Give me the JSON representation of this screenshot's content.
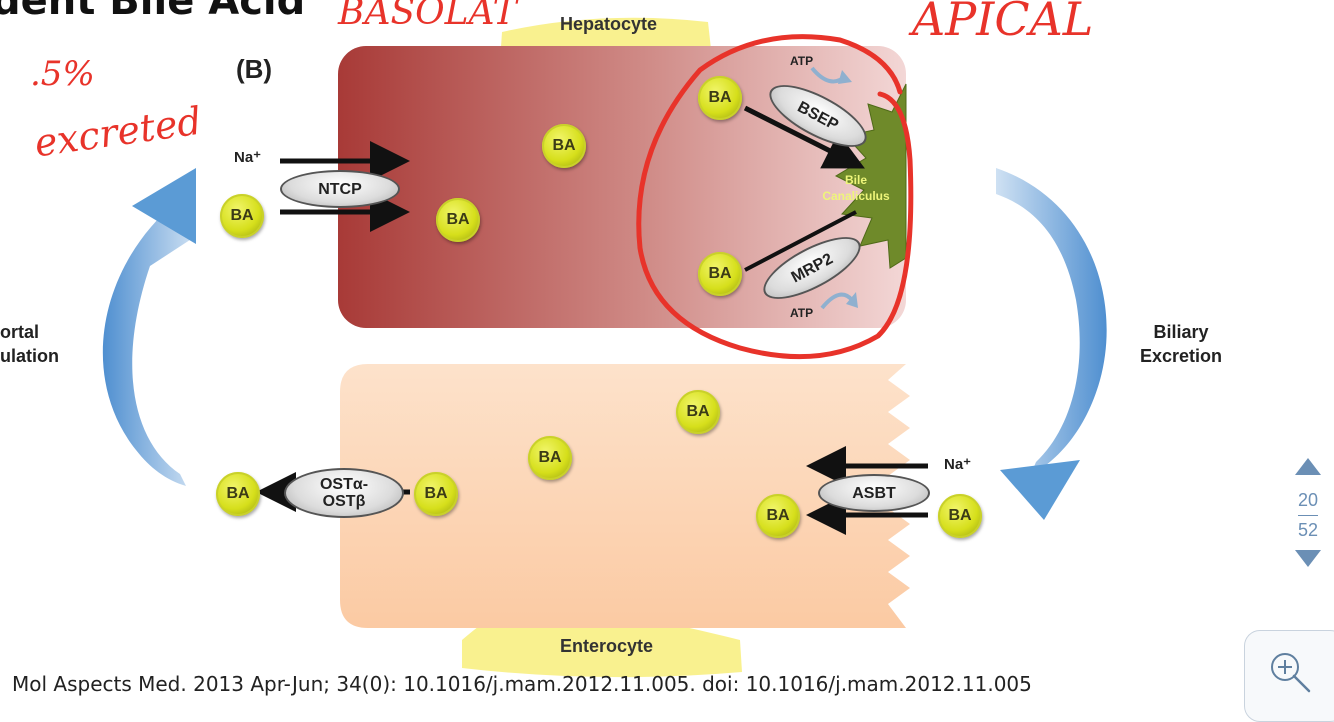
{
  "slide": {
    "title": "dent Bile Acid",
    "annotations": {
      "basolat": "BASOLAT",
      "apical": "APICAL",
      "percent": ".5%",
      "excreted": "excreted"
    },
    "diagram": {
      "panel_label": "(B)",
      "hepatocyte_label": "Hepatocyte",
      "enterocyte_label": "Enterocyte",
      "portal_line1": "ortal",
      "portal_line2": "ulation",
      "biliary_line1": "Biliary",
      "biliary_line2": "Excretion",
      "ba": "BA",
      "na": "Na⁺",
      "atp": "ATP",
      "ntcp": "NTCP",
      "bsep": "BSEP",
      "mrp2": "MRP2",
      "asbt": "ASBT",
      "ost_line1": "OSTα-",
      "ost_line2": "OSTβ",
      "canaliculus_line1": "Bile",
      "canaliculus_line2": "Canaliculus"
    },
    "citation": "Mol Aspects Med. 2013 Apr-Jun; 34(0): 10.1016/j.mam.2012.11.005. doi:  10.1016/j.mam.2012.11.005"
  },
  "pager": {
    "current": "20",
    "total": "52",
    "up_icon": "triangle-up-icon",
    "down_icon": "triangle-down-icon"
  },
  "zoom": {
    "icon": "zoom-in-icon"
  },
  "colors": {
    "annotation_red": "#e8332a",
    "highlight_yellow": "#f7ec6a",
    "hepatocyte": "#b5433f",
    "enterocyte": "#fbd3b0",
    "arrow_blue": "#5b9bd5",
    "pager_blue": "#6b8fb5"
  }
}
